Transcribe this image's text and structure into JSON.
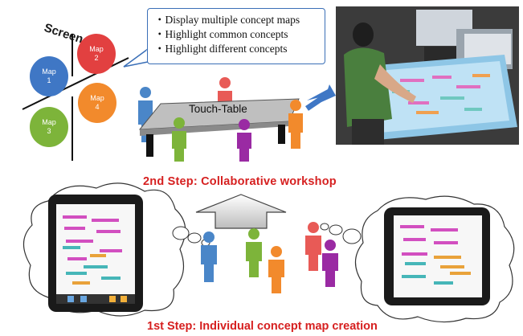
{
  "screen_label": "Screen",
  "maps": [
    {
      "label": "Map",
      "num": "1",
      "color": "#3f77c5"
    },
    {
      "label": "Map",
      "num": "2",
      "color": "#e24040"
    },
    {
      "label": "Map",
      "num": "3",
      "color": "#7db43a"
    },
    {
      "label": "Map",
      "num": "4",
      "color": "#f28a2c"
    }
  ],
  "callout": {
    "lines": [
      "・Display multiple concept maps",
      "・Highlight common concepts",
      "・Highlight different concepts"
    ]
  },
  "touch_table_label": "Touch-Table",
  "step2_label": "2nd Step: Collaborative workshop",
  "step1_label": "1st Step: Individual concept map creation",
  "colors": {
    "step_text": "#d62020",
    "callout_border": "#3a6fb7",
    "arrow_blue": "#3f77c5"
  }
}
